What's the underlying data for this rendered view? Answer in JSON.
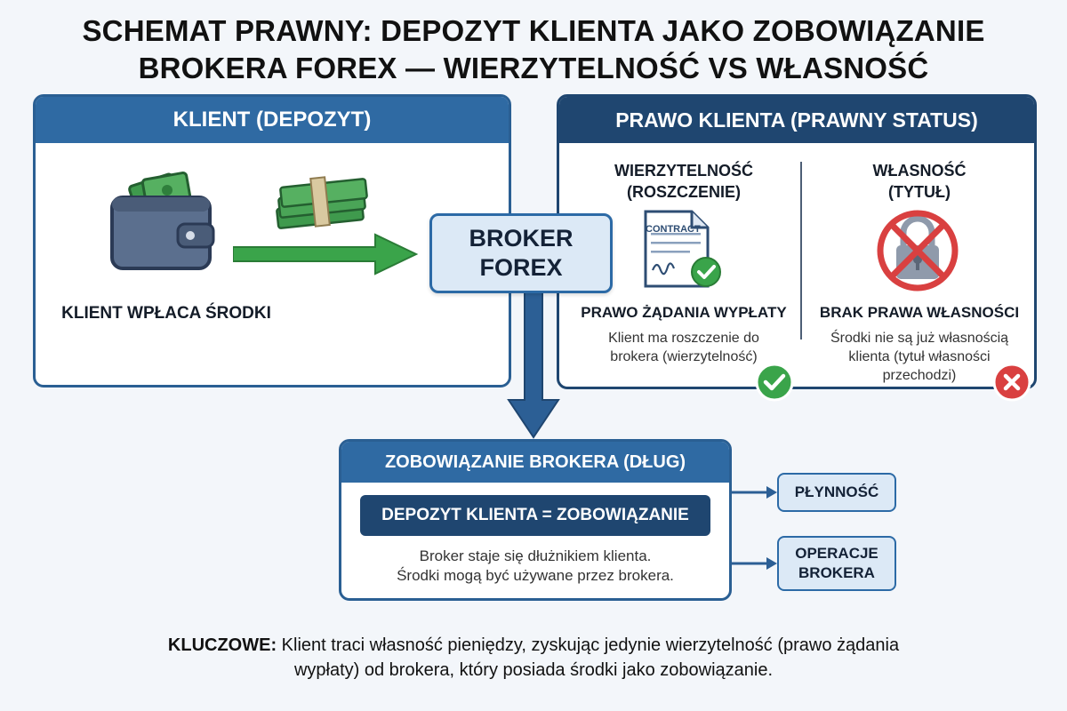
{
  "title": {
    "line1": "SCHEMAT PRAWNY: DEPOZYT KLIENTA JAKO ZOBOWIĄZANIE",
    "line2": "BROKERA FOREX — WIERZYTELNOŚĆ VS WŁASNOŚĆ"
  },
  "client_panel": {
    "header": "KLIENT (DEPOZYT)",
    "label": "KLIENT WPŁACA ŚRODKI"
  },
  "broker": {
    "line1": "BROKER",
    "line2": "FOREX"
  },
  "rights_panel": {
    "header": "PRAWO KLIENTA (PRAWNY STATUS)",
    "left": {
      "title_line1": "WIERZYTELNOŚĆ",
      "title_line2": "(ROSZCZENIE)",
      "doc_text": "CONTRACT",
      "label": "PRAWO ŻĄDANIA WYPŁATY",
      "desc_line1": "Klient ma roszczenie do",
      "desc_line2": "brokera (wierzytelność)"
    },
    "right": {
      "title_line1": "WŁASNOŚĆ",
      "title_line2": "(TYTUŁ)",
      "label": "BRAK PRAWA WŁASNOŚCI",
      "desc_line1": "Środki nie są już własnością",
      "desc_line2": "klienta (tytuł własności",
      "desc_line3": "przechodzi)"
    }
  },
  "liability_panel": {
    "header": "ZOBOWIĄZANIE BROKERA (DŁUG)",
    "equation": "DEPOZYT KLIENTA = ZOBOWIĄZANIE",
    "desc_line1": "Broker staje się dłużnikiem klienta.",
    "desc_line2": "Środki mogą być używane przez brokera."
  },
  "side_boxes": {
    "liquidity": "PŁYNNOŚĆ",
    "ops_line1": "OPERACJE",
    "ops_line2": "BROKERA"
  },
  "key_note": {
    "bold": "KLUCZOWE:",
    "line1": "Klient traci własność pieniędzy, zyskując jedynie wierzytelność (prawo żądania",
    "line2": "wypłaty) od brokera, który posiada środki jako zobowiązanie."
  },
  "icons": [
    "wallet-icon",
    "cash-stack-icon",
    "contract-document-icon",
    "check-badge-icon",
    "crossed-lock-icon",
    "error-badge-icon"
  ],
  "colors": {
    "primary_blue": "#2f6aa3",
    "dark_navy": "#1f4670",
    "light_blue": "#dce9f6",
    "arrow_green": "#3aa44a",
    "check_green": "#3aa44a",
    "error_red": "#d94040"
  }
}
